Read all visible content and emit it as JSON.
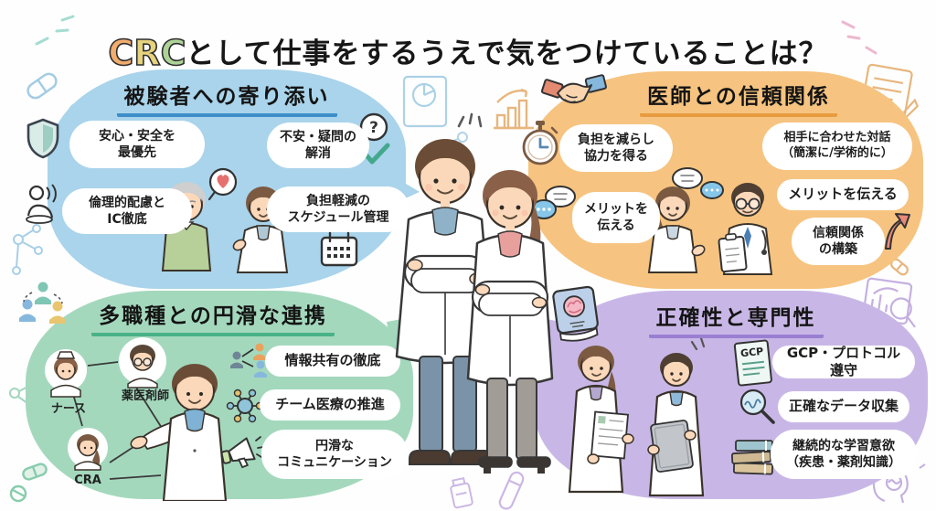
{
  "title": {
    "crc_letters": [
      "C",
      "R",
      "C"
    ],
    "rest": "として仕事をするうえで気をつけていることは？"
  },
  "sections": {
    "subjects": {
      "title": "被験者への寄り添い",
      "items": [
        {
          "label": "安心・安全を\n最優先",
          "icon": "shield-icon"
        },
        {
          "label": "不安・疑問の\n解消",
          "icon": "question-check-icon"
        },
        {
          "label": "倫理的配慮と\nIC徹底",
          "icon": "ethics-person-icon"
        },
        {
          "label": "負担軽減の\nスケジュール管理",
          "icon": "calendar-icon"
        }
      ]
    },
    "doctors": {
      "title": "医師との信頼関係",
      "items": [
        {
          "label": "負担を減らし\n協力を得る",
          "icon": "stopwatch-icon"
        },
        {
          "label": "相手に合わせた対話\n（簡潔に/学術的に）",
          "icon": "none"
        },
        {
          "label": "メリットを\n伝える",
          "icon": "chat-bubbles-icon"
        },
        {
          "label": "メリットを伝える",
          "icon": "none"
        },
        {
          "label": "信頼関係\nの構築",
          "icon": "arrow-up-icon"
        }
      ]
    },
    "team": {
      "title": "多職種との円滑な連携",
      "avatars": [
        {
          "label": "ナース"
        },
        {
          "label": "薬医剤師"
        },
        {
          "label": "CRA"
        }
      ],
      "items": [
        {
          "label": "情報共有の徹底",
          "icon": "share-network-icon"
        },
        {
          "label": "チーム医療の推進",
          "icon": "team-hub-icon"
        },
        {
          "label": "円滑な\nコミュニケーション",
          "icon": "megaphone-icon"
        }
      ]
    },
    "accuracy": {
      "title": "正確性と専門性",
      "items": [
        {
          "label": "GCP・プロトコル遵守",
          "icon": "gcp-document-icon"
        },
        {
          "label": "正確なデータ収集",
          "icon": "magnifier-icon"
        },
        {
          "label": "継続的な学習意欲\n（疾患・薬剤知識）",
          "icon": "books-icon"
        }
      ]
    }
  },
  "icons": {
    "gcp_label": "GCP",
    "question_mark": "?"
  },
  "colors": {
    "subjects_bubble": "#a9d4eb",
    "subjects_accent": "#3e8ec8",
    "doctors_bubble": "#f6c480",
    "doctors_accent": "#e89b40",
    "team_bubble": "#a4d8bd",
    "team_accent": "#49b287",
    "accuracy_bubble": "#c8b7e6",
    "accuracy_accent": "#9a7ed2",
    "crc_letter_colors": [
      "#f0ad6e",
      "#e6d27f",
      "#aed398"
    ]
  }
}
